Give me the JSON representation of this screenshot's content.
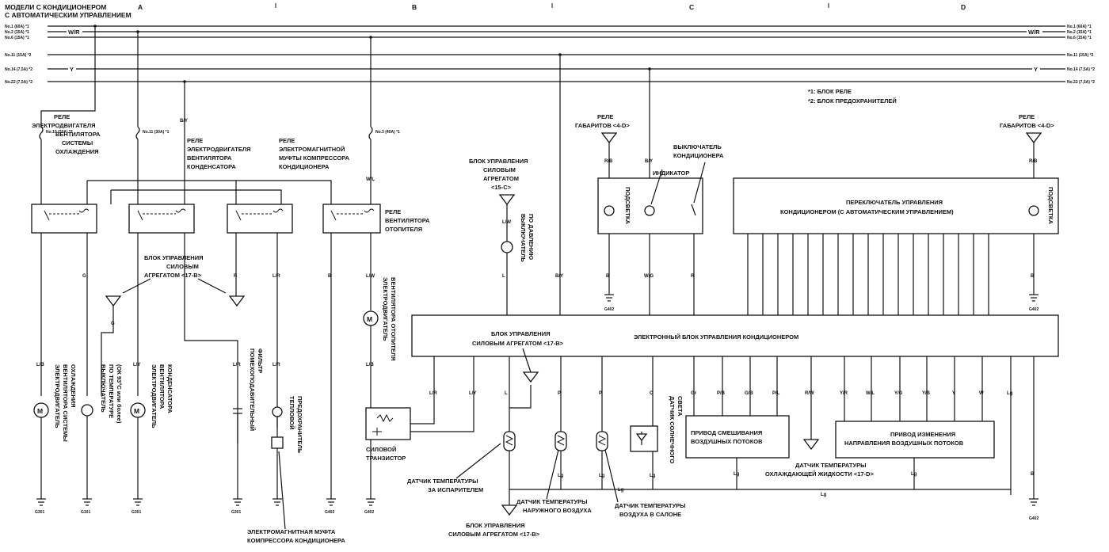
{
  "header": {
    "line1": "МОДЕЛИ С КОНДИЦИОНЕРОМ",
    "line2": "С АВТОМАТИЧЕСКИМ УПРАВЛЕНИЕМ",
    "col_a": "A",
    "col_b": "B",
    "col_c": "C",
    "col_d": "D"
  },
  "fuses": {
    "l1": "No.1 (60A) *1",
    "l2": "No.2 (15A) *1",
    "l3": "No.6 (15A) *1",
    "l4": "No.11 (15A) *2",
    "l5": "No.14 (7,5A) *2",
    "l6": "No.22 (7,5A) *2",
    "f10": "No.10 (20A) *2",
    "f11": "No.11 (30A) *1",
    "f3": "No.3 (40A) *1"
  },
  "wires": {
    "wr": "W/R",
    "y": "Y",
    "by": "B/Y",
    "wl": "W/L",
    "lw": "L/W",
    "l": "L",
    "g": "G",
    "r": "R",
    "lr": "L/R",
    "lb": "L/B",
    "ly": "L/Y",
    "b": "B",
    "ls": "L/B",
    "rb": "R/B",
    "wg": "W/G",
    "p": "P",
    "o": "O",
    "gr": "Gr",
    "pb": "P/B",
    "gb": "G/B",
    "pl": "P/L",
    "rw": "R/W",
    "yr": "Y/R",
    "wl2": "W/L",
    "yg": "Y/G",
    "yb": "Y/B",
    "w": "W",
    "lg": "Lg"
  },
  "grounds": {
    "g301": "G301",
    "g101": "G101",
    "g402": "G402"
  },
  "notes": {
    "n1": "*1: БЛОК РЕЛЕ",
    "n2": "*2: БЛОК ПРЕДОХРАНИТЕЛЕЙ"
  },
  "labels": {
    "relay_fan1": "РЕЛЕ",
    "relay_fan2": "ЭЛЕКТРОДВИГАТЕЛЯ",
    "relay_fan3": "ВЕНТИЛЯТОРА",
    "relay_fan4": "СИСТЕМЫ",
    "relay_fan5": "ОХЛАЖДЕНИЯ",
    "relay_cond1": "РЕЛЕ",
    "relay_cond2": "ЭЛЕКТРОДВИГАТЕЛЯ",
    "relay_cond3": "ВЕНТИЛЯТОРА",
    "relay_cond4": "КОНДЕНСАТОРА",
    "relay_clutch1": "РЕЛЕ",
    "relay_clutch2": "ЭЛЕКТРОМАГНИТНОЙ",
    "relay_clutch3": "МУФТЫ КОМПРЕССОРА",
    "relay_clutch4": "КОНДИЦИОНЕРА",
    "relay_heater1": "РЕЛЕ",
    "relay_heater2": "ВЕНТИЛЯТОРА",
    "relay_heater3": "ОТОПИТЕЛЯ",
    "pcm1": "БЛОК УПРАВЛЕНИЯ",
    "pcm2": "СИЛОВЫМ",
    "pcm3": "АГРЕГАТОМ <17-B>",
    "pcm15a": "БЛОК УПРАВЛЕНИЯ",
    "pcm15b": "СИЛОВЫМ",
    "pcm15c": "АГРЕГАТОМ",
    "pcm15d": "<15-C>",
    "pressure1": "ВЫКЛЮЧАТЕЛЬ",
    "pressure2": "ПО ДАВЛЕНИЮ",
    "heater_motor1": "ЭЛЕКТРОДВИГАТЕЛЬ",
    "heater_motor2": "ВЕНТИЛЯТОРА ОТОПИТЕЛЯ",
    "fan_motor1": "ЭЛЕКТРОДВИГАТЕЛЬ",
    "fan_motor2": "ВЕНТИЛЯТОРА СИСТЕМЫ",
    "fan_motor3": "ОХЛАЖДЕНИЯ",
    "temp_switch1": "ВЫКЛЮЧАТЕЛЬ",
    "temp_switch2": "ПО ТЕМПЕРАТУРЕ",
    "temp_switch3": "(ОК 93°C или более)",
    "cond_motor1": "ЭЛЕКТРОДВИГАТЕЛЬ",
    "cond_motor2": "ВЕНТИЛЯТОРА",
    "cond_motor3": "КОНДЕНСАТОРА",
    "filter1": "ПОМЕХОПОДАВИТЕЛЬНЫЙ",
    "filter2": "ФИЛЬТР",
    "thermal1": "ТЕПЛОВОЙ",
    "thermal2": "ПРЕДОХРАНИТЕЛЬ",
    "clutch1": "ЭЛЕКТРОМАГНИТНАЯ МУФТА",
    "clutch2": "КОМПРЕССОРА КОНДИЦИОНЕРА",
    "power_tr1": "СИЛОВОЙ",
    "power_tr2": "ТРАНЗИСТОР",
    "evap1": "ДАТЧИК ТЕМПЕРАТУРЫ",
    "evap2": "ЗА ИСПАРИТЕЛЕМ",
    "outside1": "ДАТЧИК ТЕМПЕРАТУРЫ",
    "outside2": "НАРУЖНОГО ВОЗДУХА",
    "inside1": "ДАТЧИК ТЕМПЕРАТУРЫ",
    "inside2": "ВОЗДУХА В САЛОНЕ",
    "pcm_bot1": "БЛОК УПРАВЛЕНИЯ",
    "pcm_bot2": "СИЛОВЫМ АГРЕГАТОМ <17-B>",
    "pcm_ecu1": "БЛОК УПРАВЛЕНИЯ",
    "pcm_ecu2": "СИЛОВЫМ АГРЕГАТОМ <17-B>",
    "ecu": "ЭЛЕКТРОННЫЙ БЛОК УПРАВЛЕНИЯ КОНДИЦИОНЕРОМ",
    "sun1": "ДАТЧИК СОЛНЕЧНОГО",
    "sun2": "СВЕТА",
    "mix1": "ПРИВОД СМЕШИВАНИЯ",
    "mix2": "ВОЗДУШНЫХ ПОТОКОВ",
    "mode1": "ПРИВОД ИЗМЕНЕНИЯ",
    "mode2": "НАПРАВЛЕНИЯ ВОЗДУШНЫХ ПОТОКОВ",
    "coolant1": "ДАТЧИК ТЕМПЕРАТУРЫ",
    "coolant2": "ОХЛАЖДАЮЩЕЙ ЖИДКОСТИ <17-D>",
    "tail1": "РЕЛЕ",
    "tail2": "ГАБАРИТОВ <4-D>",
    "ac_sw1": "ВЫКЛЮЧАТЕЛЬ",
    "ac_sw2": "КОНДИЦИОНЕРА",
    "indicator": "ИНДИКАТОР",
    "backlight": "ПОДСВЕТКА",
    "control1": "ПЕРЕКЛЮЧАТЕЛЬ УПРАВЛЕНИЯ",
    "control2": "КОНДИЦИОНЕРОМ (С АВТОМАТИЧЕСКИМ УПРАВЛЕНИЕМ)",
    "tail_r1": "РЕЛЕ",
    "tail_r2": "ГАБАРИТОВ <4-D>",
    "m": "M"
  }
}
